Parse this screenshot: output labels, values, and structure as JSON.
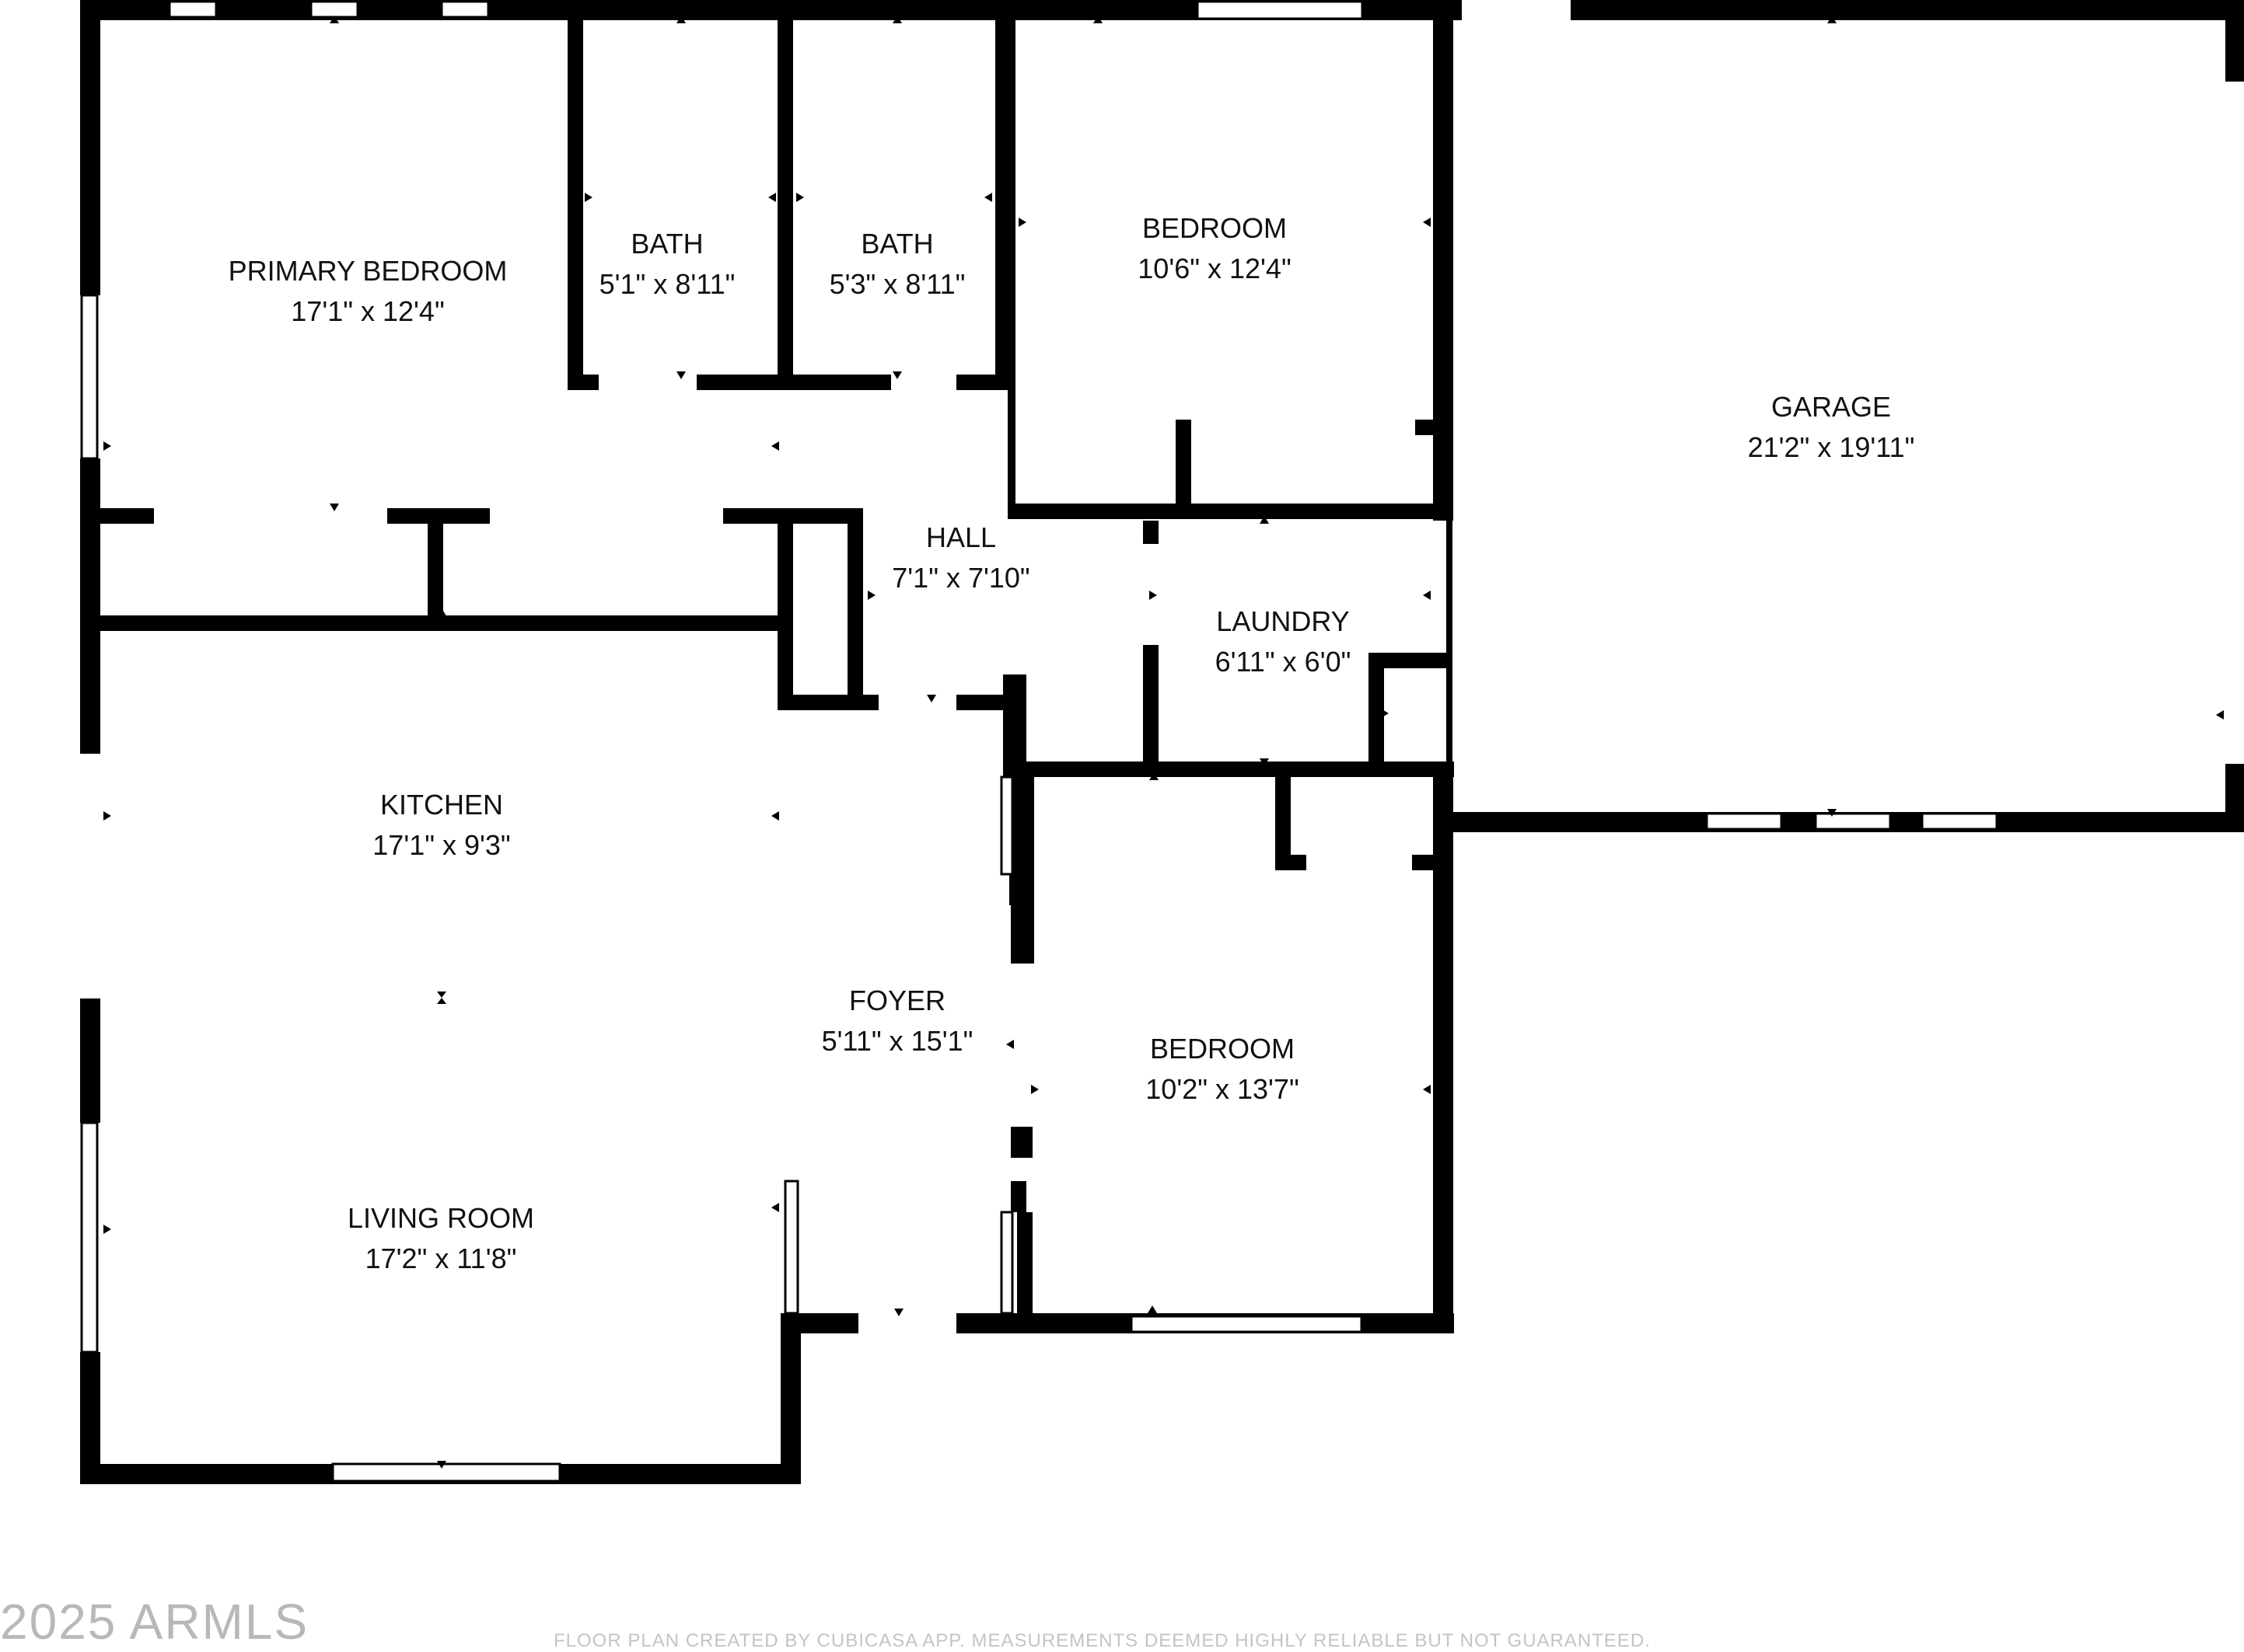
{
  "rooms": {
    "primary_bedroom": {
      "name": "PRIMARY BEDROOM",
      "dim": "17'1\" x 12'4\""
    },
    "bath1": {
      "name": "BATH",
      "dim": "5'1\" x 8'11\""
    },
    "bath2": {
      "name": "BATH",
      "dim": "5'3\" x 8'11\""
    },
    "bedroom1": {
      "name": "BEDROOM",
      "dim": "10'6\" x 12'4\""
    },
    "garage": {
      "name": "GARAGE",
      "dim": "21'2\" x 19'11\""
    },
    "hall": {
      "name": "HALL",
      "dim": "7'1\" x 7'10\""
    },
    "laundry": {
      "name": "LAUNDRY",
      "dim": "6'11\" x 6'0\""
    },
    "kitchen": {
      "name": "KITCHEN",
      "dim": "17'1\" x 9'3\""
    },
    "foyer": {
      "name": "FOYER",
      "dim": "5'11\" x 15'1\""
    },
    "bedroom2": {
      "name": "BEDROOM",
      "dim": "10'2\" x 13'7\""
    },
    "living_room": {
      "name": "LIVING ROOM",
      "dim": "17'2\" x 11'8\""
    }
  },
  "footer": {
    "watermark": "2025 ARMLS",
    "disclaimer": "FLOOR PLAN CREATED BY CUBICASA APP. MEASUREMENTS DEEMED HIGHLY RELIABLE BUT NOT GUARANTEED."
  }
}
